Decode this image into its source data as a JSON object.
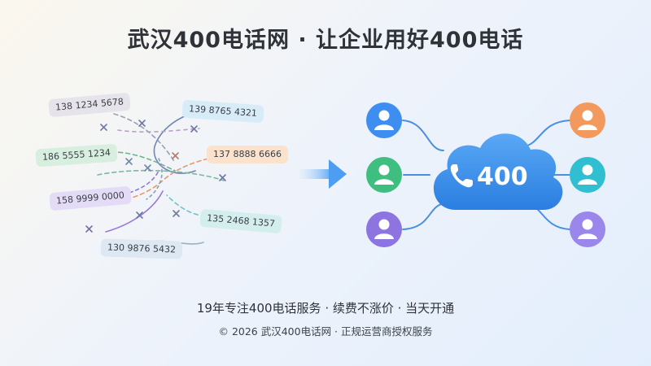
{
  "title": "武汉400电话网 · 让企业用好400电话",
  "phone_numbers": [
    {
      "text": "138 1234 5678",
      "color": "#e6e4ea"
    },
    {
      "text": "139 8765 4321",
      "color": "#d8ecf8"
    },
    {
      "text": "186 5555 1234",
      "color": "#d8efe0"
    },
    {
      "text": "137 8888 6666",
      "color": "#fbe2cc"
    },
    {
      "text": "158 9999 0000",
      "color": "#e4dcf6"
    },
    {
      "text": "135 2468 1357",
      "color": "#d4eeee"
    },
    {
      "text": "130 9876 5432",
      "color": "#dde8f3"
    }
  ],
  "cloud_label": "400",
  "icons": {
    "phone": "phone-icon",
    "person": "person-icon",
    "arrow": "right-arrow-icon",
    "cross": "cross-mark-icon"
  },
  "colors": {
    "cloud": "#2f86e8",
    "avatar_blue": "#3d8ef0",
    "avatar_green": "#3fbf7f",
    "avatar_purple": "#8d74e0",
    "avatar_orange": "#f29a5e",
    "avatar_teal": "#2fbfd0",
    "avatar_violet": "#9b86ec"
  },
  "tagline": "19年专注400电话服务 · 续费不涨价 · 当天开通",
  "footer": "© 2026 武汉400电话网 · 正规运营商授权服务"
}
